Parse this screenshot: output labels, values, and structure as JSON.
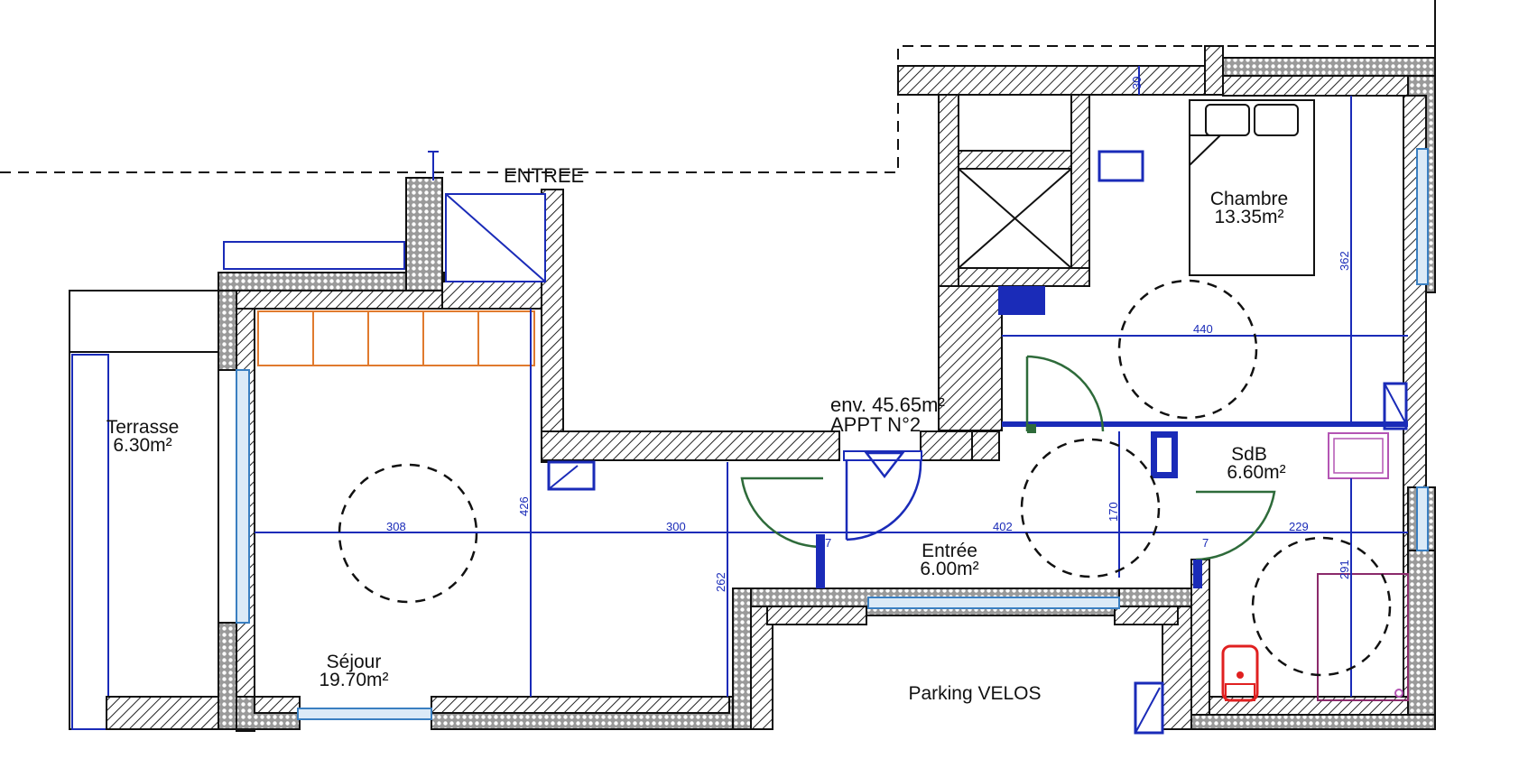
{
  "header": {
    "entrance_label": "ENTREE",
    "total_area": "env. 45.65m²",
    "apartment": "APPT N°2"
  },
  "rooms": {
    "terrasse": {
      "name": "Terrasse",
      "area": "6.30m²"
    },
    "chambre": {
      "name": "Chambre",
      "area": "13.35m²"
    },
    "sdb": {
      "name": "SdB",
      "area": "6.60m²"
    },
    "entree": {
      "name": "Entrée",
      "area": "6.00m²"
    },
    "sejour": {
      "name": "Séjour",
      "area": "19.70m²"
    },
    "parking": {
      "name": "Parking VELOS"
    }
  },
  "dimensions": {
    "sejour_width": "308",
    "mid_width": "300",
    "entree_width": "402",
    "sdb_width": "229",
    "chambre_width": "440",
    "sejour_height": "426",
    "corridor_height": "262",
    "entree_height": "170",
    "chambre_height": "362",
    "sdb_height": "291",
    "wall_thickness": "30",
    "door_mark_1": "7",
    "door_mark_2": "7"
  },
  "colors": {
    "dimension": "#1a2bb8",
    "wall_line": "#111111",
    "door": "#2e6b3a",
    "window": "#3a7fc1",
    "kitchen": "#e07a2e",
    "toilet": "#e02020",
    "shower": "#b455b4"
  }
}
